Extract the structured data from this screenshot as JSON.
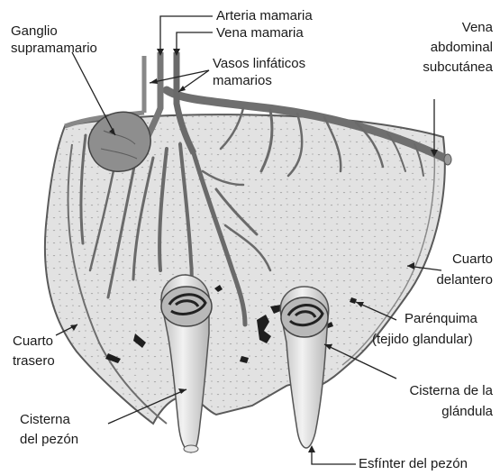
{
  "labels": {
    "ganglio_1": "Ganglio",
    "ganglio_2": "supramamario",
    "arteria": "Arteria mamaria",
    "vena_mamaria": "Vena mamaria",
    "vasos_1": "Vasos linfáticos",
    "vasos_2": "mamarios",
    "vena_abd_1": "Vena",
    "vena_abd_2": "abdominal",
    "vena_abd_3": "subcutánea",
    "cuarto_del_1": "Cuarto",
    "cuarto_del_2": "delantero",
    "parenquima_1": "Parénquima",
    "parenquima_2": "(tejido glandular)",
    "cuarto_tras_1": "Cuarto",
    "cuarto_tras_2": "trasero",
    "cisterna_glandula_1": "Cisterna de la",
    "cisterna_glandula_2": "glándula",
    "cisterna_pezon_1": "Cisterna",
    "cisterna_pezon_2": "del pezón",
    "esfinter": "Esfínter del pezón"
  },
  "colors": {
    "udder_fill": "#e3e3e3",
    "outline": "#555555",
    "vessel": "#7a7a7a",
    "ganglion": "#8c8c8c",
    "teat": "#d2d2d2"
  }
}
